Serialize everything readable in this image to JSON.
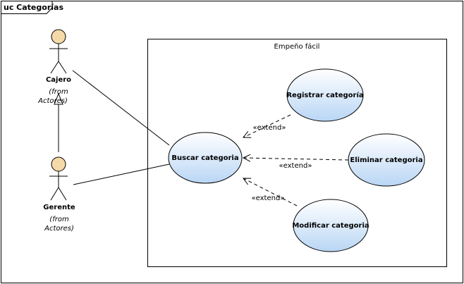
{
  "frame": {
    "title": "uc Categorías"
  },
  "system": {
    "name": "Empeño fácil"
  },
  "actors": [
    {
      "name": "Cajero",
      "from_line1": "(from",
      "from_line2": "Actores)"
    },
    {
      "name": "Gerente",
      "from_line1": "(from",
      "from_line2": "Actores)"
    }
  ],
  "use_cases": {
    "buscar": "Buscar categoria",
    "registrar": "Registrar categoría",
    "eliminar": "Eliminar categoria",
    "modificar": "Modificar categoria"
  },
  "stereotypes": {
    "registrar": "«extend»",
    "eliminar": "«extend»",
    "modificar": "«extend»"
  },
  "colors": {
    "actor_head": "#f5d9a8",
    "usecase_fill_top": "#ffffff",
    "usecase_fill_bottom": "#b9d6f5",
    "line": "#000000"
  }
}
